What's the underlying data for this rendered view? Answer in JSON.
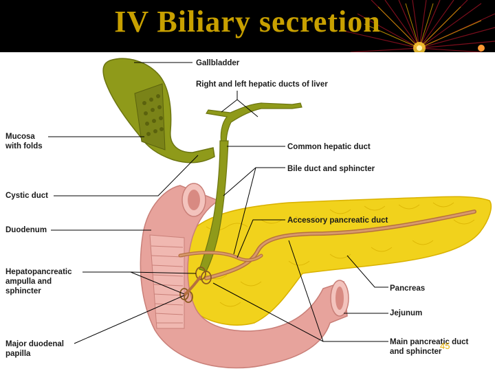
{
  "slide": {
    "title": "IV Biliary secretion",
    "title_color": "#c8a000",
    "page_number": "45"
  },
  "labels": {
    "gallbladder": "Gallbladder",
    "hepatic_ducts": "Right and left hepatic ducts of liver",
    "mucosa_line1": "Mucosa",
    "mucosa_line2": "with folds",
    "common_hepatic_duct": "Common hepatic duct",
    "bile_duct": "Bile duct and sphincter",
    "cystic_duct": "Cystic duct",
    "duodenum": "Duodenum",
    "accessory_duct": "Accessory pancreatic duct",
    "ampulla_line1": "Hepatopancreatic",
    "ampulla_line2": "ampulla and",
    "ampulla_line3": "sphincter",
    "pancreas": "Pancreas",
    "jejunum": "Jejunum",
    "papilla_line1": "Major duodenal",
    "papilla_line2": "papilla",
    "main_duct_line1": "Main pancreatic duct",
    "main_duct_line2": "and sphincter"
  },
  "colors": {
    "gallbladder": "#8f9a1a",
    "duodenum": "#e7a39c",
    "pancreas": "#f1d21c",
    "duct": "#c98552"
  }
}
